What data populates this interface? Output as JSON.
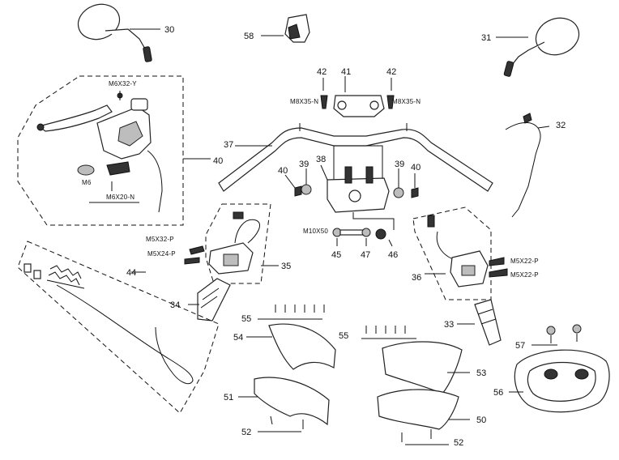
{
  "callouts": {
    "n30": "30",
    "n31": "31",
    "n32": "32",
    "n33": "33",
    "n34": "34",
    "n35": "35",
    "n36": "36",
    "n37": "37",
    "n38": "38",
    "n39a": "39",
    "n39b": "39",
    "n40a": "40",
    "n40b": "40",
    "n40c": "40",
    "n41": "41",
    "n42a": "42",
    "n42b": "42",
    "n44": "44",
    "n45": "45",
    "n46": "46",
    "n47": "47",
    "n50": "50",
    "n51": "51",
    "n52a": "52",
    "n52b": "52",
    "n53": "53",
    "n54": "54",
    "n55a": "55",
    "n55b": "55",
    "n56": "56",
    "n57": "57",
    "n58": "58"
  },
  "specs": {
    "m6x32": "M6X32-Y",
    "m6": "M6",
    "m6x20": "M6X20-N",
    "m8x35_left": "M8X35-N",
    "m8x35_right": "M8X35-N",
    "m10x50": "M10X50",
    "m5x32": "M5X32-P",
    "m5x24": "M5X24-P",
    "m5x22_a": "M5X22-P",
    "m5x22_b": "M5X22-P"
  }
}
